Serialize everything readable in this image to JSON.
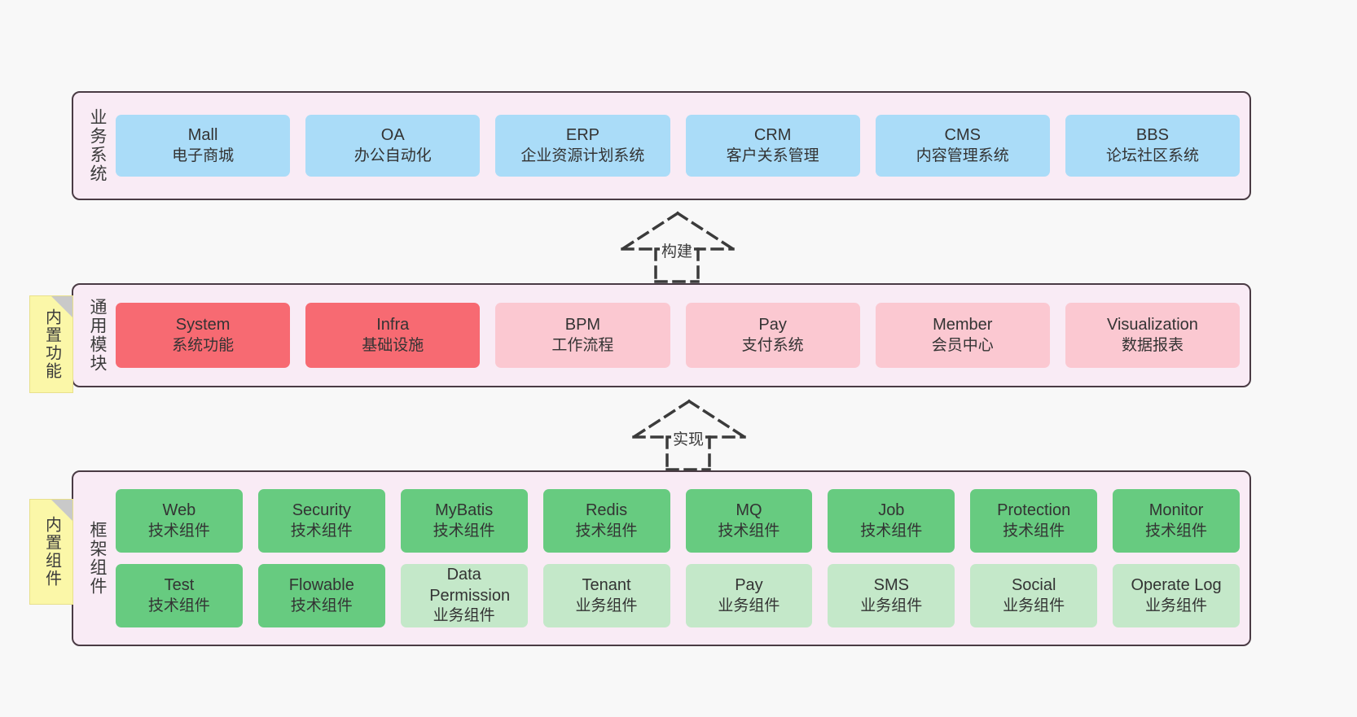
{
  "diagram": {
    "background": "#f8f8f8",
    "border_color": "#4a3b44",
    "container_fill": "#f9ebf5",
    "colors": {
      "blue": "#aadcf8",
      "red": "#f76a72",
      "pink": "#fbc8d1",
      "green": "#67cb80",
      "green_light": "#c4e8c9",
      "sticky_yellow": "#fbf7a8"
    }
  },
  "layers": {
    "business": {
      "title": "业务系统",
      "cards": [
        {
          "en": "Mall",
          "cn": "电子商城",
          "color": "blue"
        },
        {
          "en": "OA",
          "cn": "办公自动化",
          "color": "blue"
        },
        {
          "en": "ERP",
          "cn": "企业资源计划系统",
          "color": "blue"
        },
        {
          "en": "CRM",
          "cn": "客户关系管理",
          "color": "blue"
        },
        {
          "en": "CMS",
          "cn": "内容管理系统",
          "color": "blue"
        },
        {
          "en": "BBS",
          "cn": "论坛社区系统",
          "color": "blue"
        }
      ]
    },
    "common": {
      "title": "通用模块",
      "sticky": "内置功能",
      "cards": [
        {
          "en": "System",
          "cn": "系统功能",
          "color": "red"
        },
        {
          "en": "Infra",
          "cn": "基础设施",
          "color": "red"
        },
        {
          "en": "BPM",
          "cn": "工作流程",
          "color": "pink"
        },
        {
          "en": "Pay",
          "cn": "支付系统",
          "color": "pink"
        },
        {
          "en": "Member",
          "cn": "会员中心",
          "color": "pink"
        },
        {
          "en": "Visualization",
          "cn": "数据报表",
          "color": "pink"
        }
      ]
    },
    "framework": {
      "title": "框架组件",
      "sticky": "内置组件",
      "row1": [
        {
          "en": "Web",
          "cn": "技术组件",
          "color": "green"
        },
        {
          "en": "Security",
          "cn": "技术组件",
          "color": "green"
        },
        {
          "en": "MyBatis",
          "cn": "技术组件",
          "color": "green"
        },
        {
          "en": "Redis",
          "cn": "技术组件",
          "color": "green"
        },
        {
          "en": "MQ",
          "cn": "技术组件",
          "color": "green"
        },
        {
          "en": "Job",
          "cn": "技术组件",
          "color": "green"
        },
        {
          "en": "Protection",
          "cn": "技术组件",
          "color": "green"
        },
        {
          "en": "Monitor",
          "cn": "技术组件",
          "color": "green"
        }
      ],
      "row2": [
        {
          "en": "Test",
          "cn": "技术组件",
          "color": "green"
        },
        {
          "en": "Flowable",
          "cn": "技术组件",
          "color": "green"
        },
        {
          "en": "Data Permission",
          "cn": "业务组件",
          "color": "green_light"
        },
        {
          "en": "Tenant",
          "cn": "业务组件",
          "color": "green_light"
        },
        {
          "en": "Pay",
          "cn": "业务组件",
          "color": "green_light"
        },
        {
          "en": "SMS",
          "cn": "业务组件",
          "color": "green_light"
        },
        {
          "en": "Social",
          "cn": "业务组件",
          "color": "green_light"
        },
        {
          "en": "Operate Log",
          "cn": "业务组件",
          "color": "green_light"
        }
      ]
    }
  },
  "connectors": {
    "build": {
      "label": "构建"
    },
    "implement": {
      "label": "实现"
    }
  }
}
